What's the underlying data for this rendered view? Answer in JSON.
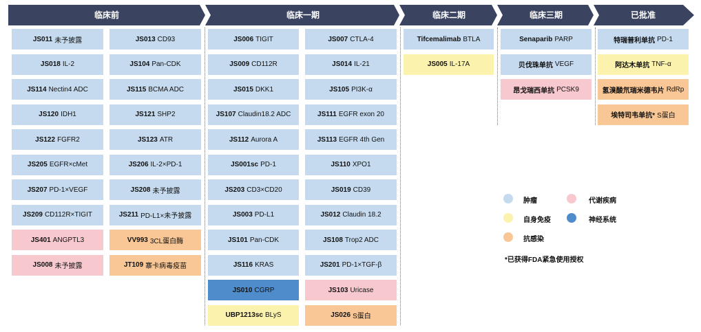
{
  "stages": [
    "临床前",
    "临床一期",
    "临床二期",
    "临床三期",
    "已批准"
  ],
  "cards": {
    "preclinical_left": [
      {
        "code": "JS011",
        "target": "未予披露",
        "color": "blue"
      },
      {
        "code": "JS018",
        "target": "IL-2",
        "color": "blue"
      },
      {
        "code": "JS114",
        "target": "Nectin4 ADC",
        "color": "blue"
      },
      {
        "code": "JS120",
        "target": "IDH1",
        "color": "blue"
      },
      {
        "code": "JS122",
        "target": "FGFR2",
        "color": "blue"
      },
      {
        "code": "JS205",
        "target": "EGFR×cMet",
        "color": "blue"
      },
      {
        "code": "JS207",
        "target": "PD-1×VEGF",
        "color": "blue"
      },
      {
        "code": "JS209",
        "target": "CD112R×TIGIT",
        "color": "blue"
      },
      {
        "code": "JS401",
        "target": "ANGPTL3",
        "color": "pink"
      },
      {
        "code": "JS008",
        "target": "未予披露",
        "color": "pink"
      }
    ],
    "preclinical_right": [
      {
        "code": "JS013",
        "target": "CD93",
        "color": "blue"
      },
      {
        "code": "JS104",
        "target": "Pan-CDK",
        "color": "blue"
      },
      {
        "code": "JS115",
        "target": "BCMA ADC",
        "color": "blue"
      },
      {
        "code": "JS121",
        "target": "SHP2",
        "color": "blue"
      },
      {
        "code": "JS123",
        "target": "ATR",
        "color": "blue"
      },
      {
        "code": "JS206",
        "target": "IL-2×PD-1",
        "color": "blue"
      },
      {
        "code": "JS208",
        "target": "未予披露",
        "color": "blue"
      },
      {
        "code": "JS211",
        "target": "PD-L1×未予披露",
        "color": "blue"
      },
      {
        "code": "VV993",
        "target": "3CL蛋白酶",
        "color": "orange"
      },
      {
        "code": "JT109",
        "target": "寨卡病毒疫苗",
        "color": "orange"
      }
    ],
    "phase1_left": [
      {
        "code": "JS006",
        "target": "TIGIT",
        "color": "blue"
      },
      {
        "code": "JS009",
        "target": "CD112R",
        "color": "blue"
      },
      {
        "code": "JS015",
        "target": "DKK1",
        "color": "blue"
      },
      {
        "code": "JS107",
        "target": "Claudin18.2 ADC",
        "color": "blue"
      },
      {
        "code": "JS112",
        "target": "Aurora A",
        "color": "blue"
      },
      {
        "code": "JS001sc",
        "target": "PD-1",
        "color": "blue"
      },
      {
        "code": "JS203",
        "target": "CD3×CD20",
        "color": "blue"
      },
      {
        "code": "JS003",
        "target": "PD-L1",
        "color": "blue"
      },
      {
        "code": "JS101",
        "target": "Pan-CDK",
        "color": "blue"
      },
      {
        "code": "JS116",
        "target": "KRAS",
        "color": "blue"
      },
      {
        "code": "JS010",
        "target": "CGRP",
        "color": "dark"
      },
      {
        "code": "UBP1213sc",
        "target": "BLyS",
        "color": "yellow"
      }
    ],
    "phase1_right": [
      {
        "code": "JS007",
        "target": "CTLA-4",
        "color": "blue"
      },
      {
        "code": "JS014",
        "target": "IL-21",
        "color": "blue"
      },
      {
        "code": "JS105",
        "target": "PI3K-α",
        "color": "blue"
      },
      {
        "code": "JS111",
        "target": "EGFR exon 20",
        "color": "blue"
      },
      {
        "code": "JS113",
        "target": "EGFR 4th Gen",
        "color": "blue"
      },
      {
        "code": "JS110",
        "target": "XPO1",
        "color": "blue"
      },
      {
        "code": "JS019",
        "target": "CD39",
        "color": "blue"
      },
      {
        "code": "JS012",
        "target": "Claudin 18.2",
        "color": "blue"
      },
      {
        "code": "JS108",
        "target": "Trop2 ADC",
        "color": "blue"
      },
      {
        "code": "JS201",
        "target": "PD-1×TGF-β",
        "color": "blue"
      },
      {
        "code": "JS103",
        "target": "Uricase",
        "color": "pink"
      },
      {
        "code": "JS026",
        "target": "S蛋白",
        "color": "orange"
      }
    ],
    "phase2": [
      {
        "code": "Tifcemalimab",
        "target": "BTLA",
        "color": "blue"
      },
      {
        "code": "JS005",
        "target": "IL-17A",
        "color": "yellow"
      }
    ],
    "phase3": [
      {
        "code": "Senaparib",
        "target": "PARP",
        "color": "blue"
      },
      {
        "code": "贝伐珠单抗",
        "target": "VEGF",
        "color": "blue"
      },
      {
        "code": "昂戈瑞西单抗",
        "target": "PCSK9",
        "color": "pink"
      }
    ],
    "approved": [
      {
        "code": "特瑞普利单抗",
        "target": "PD-1",
        "color": "blue"
      },
      {
        "code": "阿达木单抗",
        "target": "TNF-α",
        "color": "yellow"
      },
      {
        "code": "氢溴酸氘瑞米德韦片",
        "target": "RdRp",
        "color": "orange"
      },
      {
        "code": "埃特司韦单抗*",
        "target": "S蛋白",
        "color": "orange"
      }
    ]
  },
  "legend": [
    {
      "label": "肿瘤",
      "color": "#c5daee"
    },
    {
      "label": "代谢疾病",
      "color": "#f7c9cf"
    },
    {
      "label": "自身免疫",
      "color": "#fbf2ae"
    },
    {
      "label": "神经系统",
      "color": "#4f8ccb"
    },
    {
      "label": "抗感染",
      "color": "#f9c796"
    }
  ],
  "footnote": "*已获得FDA紧急使用授权",
  "colors": {
    "header": "#3a4360",
    "divider": "#777777"
  }
}
